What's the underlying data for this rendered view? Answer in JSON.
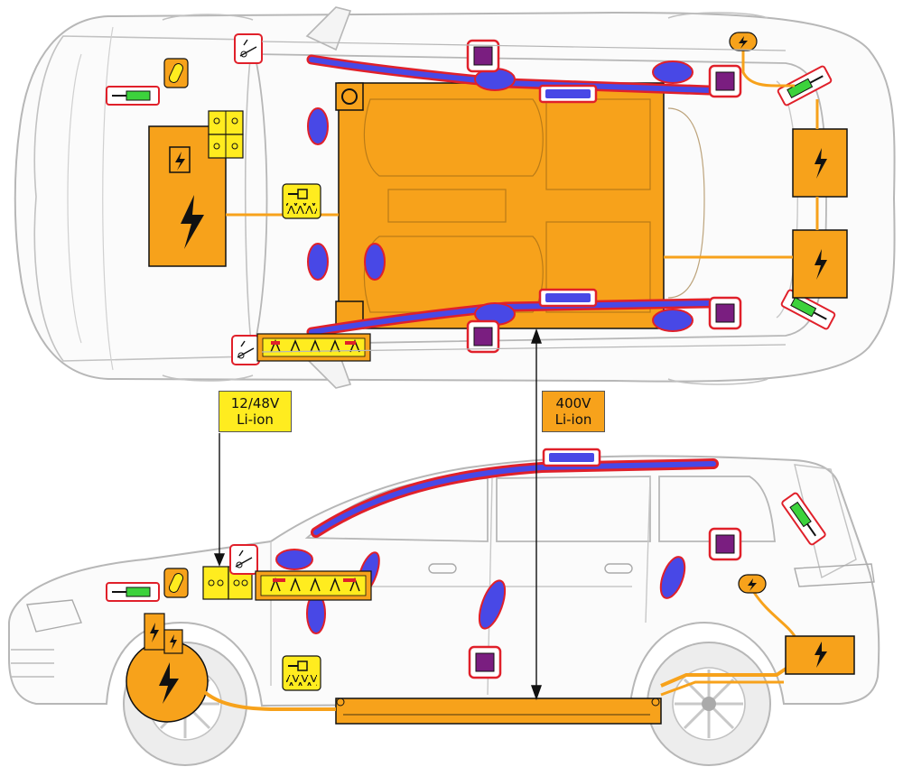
{
  "colors": {
    "hv_orange": "#F7A21B",
    "lv_yellow": "#FFEC1F",
    "airbag_blue": "#4848E6",
    "curtain_red": "#E0202A",
    "sensor_purple": "#7A1E80",
    "cut_zone_green": "#3CD23C",
    "outline_gray": "#B7B7B7",
    "label_yellow": "#FFEC1F",
    "label_orange": "#F7A21B"
  },
  "labels": {
    "battery_12_48": {
      "line1": "12/48V",
      "line2": "Li-ion"
    },
    "battery_400": {
      "line1": "400V",
      "line2": "Li-ion"
    }
  },
  "symbols": {
    "high_voltage": "⚡",
    "high_voltage_alt": "ϟ"
  }
}
